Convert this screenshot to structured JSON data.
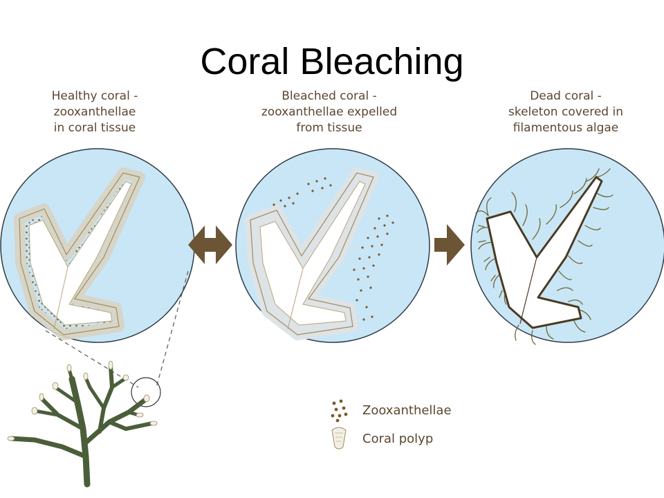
{
  "title": "Coral Bleaching",
  "stages": [
    {
      "lines": [
        "Healthy coral -",
        "zooxanthellae",
        "in coral tissue"
      ]
    },
    {
      "lines": [
        "Bleached coral -",
        "zooxanthellae expelled",
        "from tissue"
      ]
    },
    {
      "lines": [
        "Dead coral -",
        "skeleton covered in",
        "filamentous algae"
      ]
    }
  ],
  "legend": {
    "zooxanthellae": "Zooxanthellae",
    "polyp": "Coral polyp"
  },
  "colors": {
    "water": "#c8e6f6",
    "arrow": "#6b5535",
    "text": "#5b4630",
    "coral_outline": "#a08c5a",
    "branch": "#4b5e3a",
    "algae": "#6e6431",
    "dot": "#7a5a2a",
    "polyp_fill": "#f2f0e6",
    "bleached_polyp": "#dde3e6"
  }
}
